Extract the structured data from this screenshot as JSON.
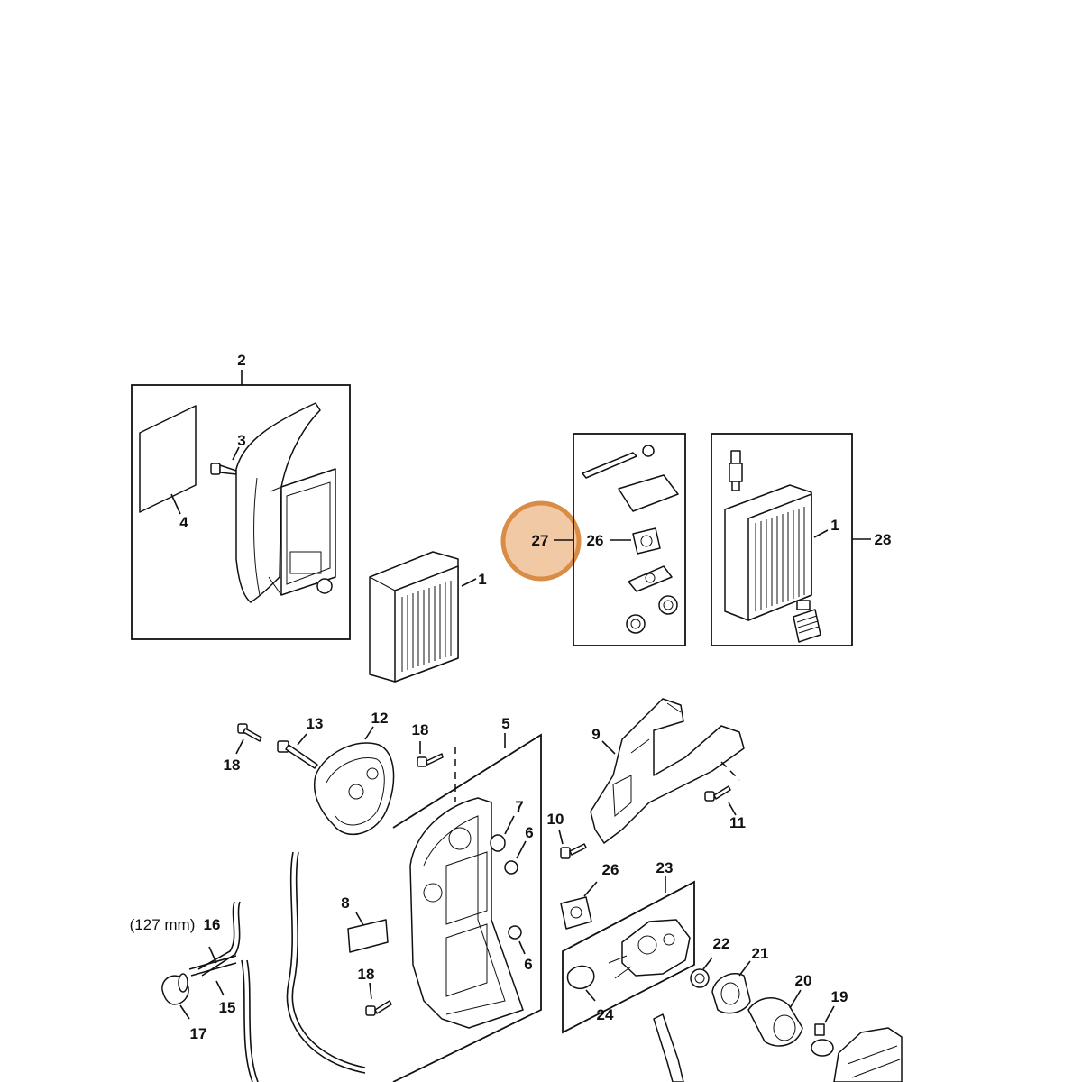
{
  "callouts": {
    "c1a": "1",
    "c1b": "1",
    "c2": "2",
    "c3": "3",
    "c4": "4",
    "c5": "5",
    "c6a": "6",
    "c6b": "6",
    "c7": "7",
    "c8": "8",
    "c9": "9",
    "c10": "10",
    "c11": "11",
    "c12": "12",
    "c13": "13",
    "c15": "15",
    "c16": "16",
    "c17": "17",
    "c18a": "18",
    "c18b": "18",
    "c18c": "18",
    "c19": "19",
    "c20": "20",
    "c21": "21",
    "c22": "22",
    "c23": "23",
    "c24": "24",
    "c26a": "26",
    "c26b": "26",
    "c27": "27",
    "c28": "28"
  },
  "notes": {
    "hose_length": "(127 mm)"
  },
  "colors": {
    "highlight_fill": "#f2c9a5",
    "highlight_stroke": "#d98c45",
    "line": "#111111"
  }
}
